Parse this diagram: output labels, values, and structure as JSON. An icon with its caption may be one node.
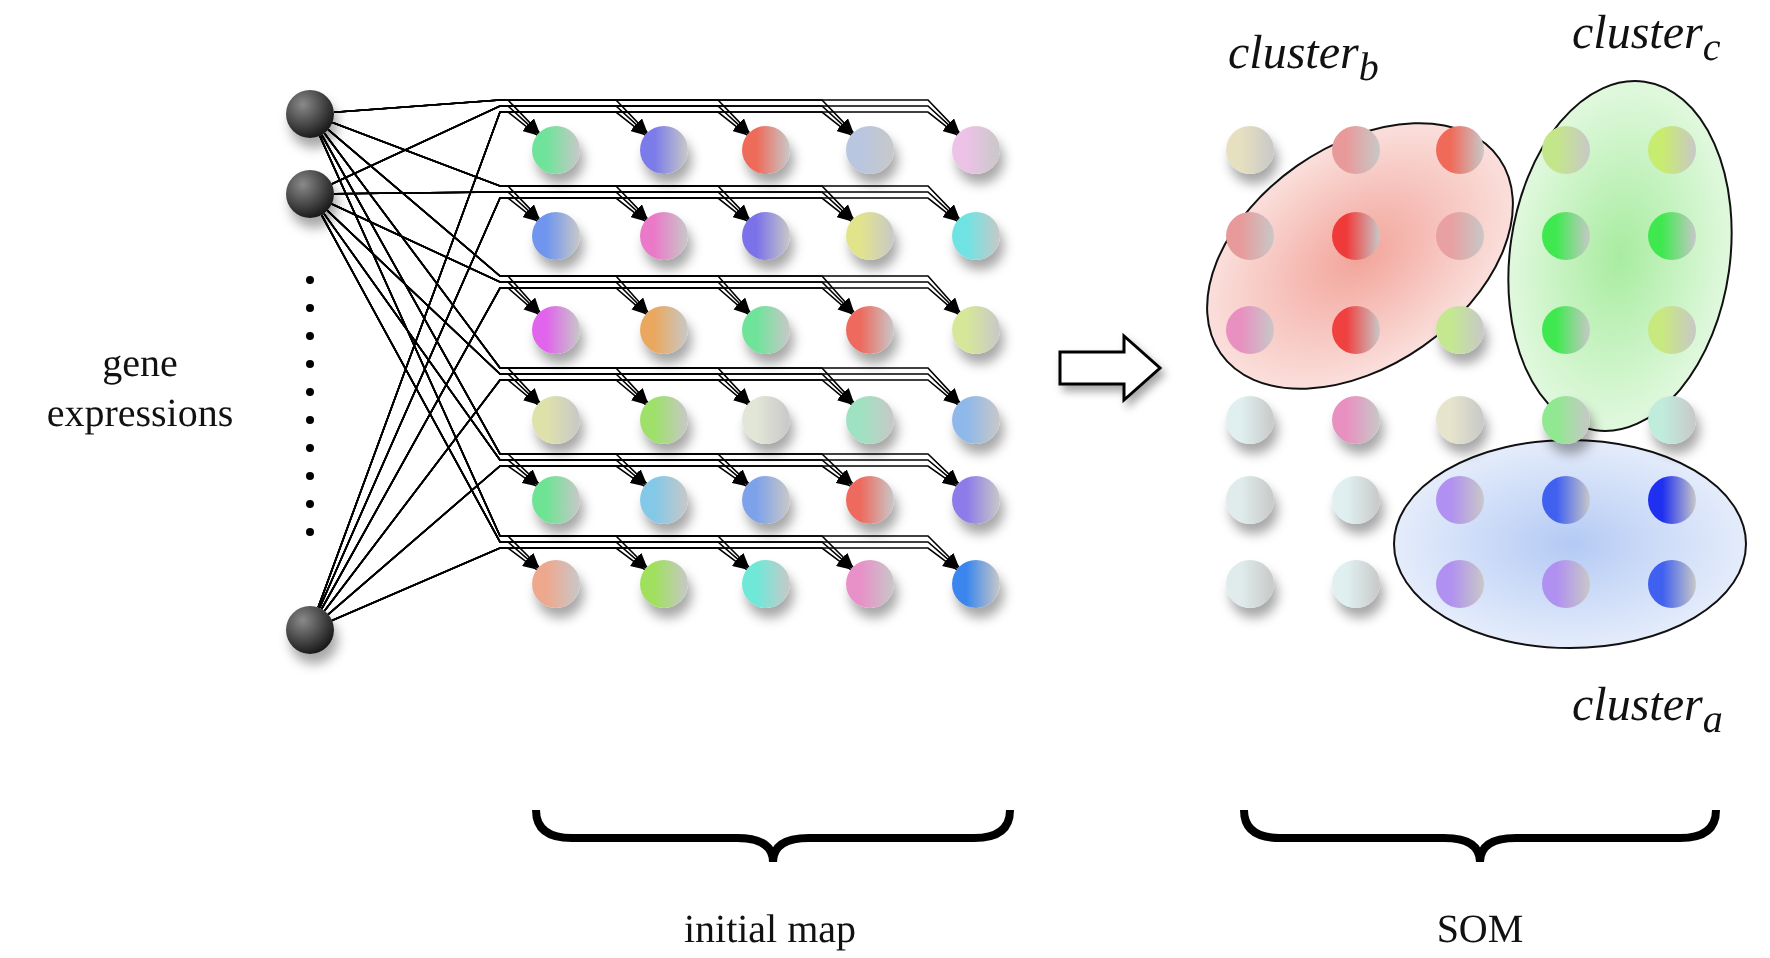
{
  "diagram": {
    "nodes": [
      {
        "text": [],
        "shape": "circle"
      },
      {
        "text": [],
        "shape": "circle"
      },
      {
        "text": [],
        "shape": "circle"
      },
      {
        "text": [],
        "shape": "circle"
      },
      {
        "text": [],
        "shape": "circle"
      },
      {
        "text": [],
        "shape": "circle"
      },
      {
        "text": [],
        "shape": "circle"
      },
      {
        "text": [],
        "shape": "circle"
      },
      {
        "text": [],
        "shape": "circle"
      },
      {
        "text": [],
        "shape": "circle"
      },
      {
        "text": [],
        "shape": "circle"
      },
      {
        "text": [],
        "shape": "circle"
      },
      {
        "text": [],
        "shape": "circle"
      },
      {
        "text": [],
        "shape": "circle"
      },
      {
        "text": [],
        "shape": "circle"
      },
      {
        "text": [],
        "shape": "circle"
      },
      {
        "text": [],
        "shape": "circle"
      },
      {
        "text": [],
        "shape": "circle"
      },
      {
        "text": [],
        "shape": "circle"
      },
      {
        "text": [],
        "shape": "circle"
      },
      {
        "text": [],
        "shape": "circle"
      },
      {
        "text": [],
        "shape": "circle"
      },
      {
        "text": [],
        "shape": "circle"
      },
      {
        "text": [],
        "shape": "circle"
      },
      {
        "text": [],
        "shape": "circle"
      },
      {
        "text": [],
        "shape": "circle"
      },
      {
        "text": [],
        "shape": "circle"
      },
      {
        "text": [],
        "shape": "circle"
      },
      {
        "text": [],
        "shape": "circle"
      },
      {
        "text": [],
        "shape": "circle"
      },
      {
        "text": [],
        "shape": "circle"
      },
      {
        "text": [],
        "shape": "circle"
      },
      {
        "text": [],
        "shape": "circle"
      },
      {
        "text": [
          "cluster$_{b}$"
        ]
      },
      {
        "text": [
          "cluster$_{c}$"
        ]
      },
      {
        "text": [
          "cluster$_{a}$"
        ]
      },
      {
        "text": [],
        "shape": "circle"
      },
      {
        "text": [],
        "shape": "circle",
        "in": 33
      },
      {
        "text": [],
        "shape": "circle",
        "in": 33
      },
      {
        "text": [],
        "shape": "circle",
        "in": 34
      },
      {
        "text": [],
        "shape": "circle",
        "in": 34
      },
      {
        "text": [],
        "shape": "circle",
        "in": 33
      },
      {
        "text": [],
        "shape": "circle",
        "in": 33
      },
      {
        "text": [],
        "shape": "circle",
        "in": 33
      },
      {
        "text": [],
        "shape": "circle",
        "in": 34
      },
      {
        "text": [],
        "shape": "circle",
        "in": 34
      },
      {
        "text": [],
        "shape": "circle",
        "in": 33
      },
      {
        "text": [],
        "shape": "circle",
        "in": 33
      },
      {
        "text": [],
        "shape": "circle"
      },
      {
        "text": [],
        "shape": "circle",
        "in": 34
      },
      {
        "text": [],
        "shape": "circle",
        "in": 34
      },
      {
        "text": [],
        "shape": "circle"
      },
      {
        "text": [],
        "shape": "circle"
      },
      {
        "text": [],
        "shape": "circle"
      },
      {
        "text": [],
        "shape": "circle"
      },
      {
        "text": [],
        "shape": "circle"
      },
      {
        "text": [],
        "shape": "circle"
      },
      {
        "text": [],
        "shape": "circle"
      },
      {
        "text": [],
        "shape": "circle",
        "in": 35
      },
      {
        "text": [],
        "shape": "circle",
        "in": 35
      },
      {
        "text": [],
        "shape": "circle",
        "in": 35
      },
      {
        "text": [],
        "shape": "circle"
      },
      {
        "text": [],
        "shape": "circle"
      },
      {
        "text": [],
        "shape": "circle",
        "in": 35
      },
      {
        "text": [],
        "shape": "circle",
        "in": 35
      },
      {
        "text": [],
        "shape": "circle",
        "in": 35
      }
    ],
    "edges": [
      {
        "from": 0,
        "to": 3,
        "arrow": "to"
      },
      {
        "from": 0,
        "to": 4,
        "arrow": "to"
      },
      {
        "from": 0,
        "to": 5,
        "arrow": "to"
      },
      {
        "from": 0,
        "to": 6,
        "arrow": "to"
      },
      {
        "from": 0,
        "to": 7,
        "arrow": "to"
      },
      {
        "from": 0,
        "to": 8,
        "arrow": "to"
      },
      {
        "from": 0,
        "to": 9,
        "arrow": "to"
      },
      {
        "from": 0,
        "to": 10,
        "arrow": "to"
      },
      {
        "from": 0,
        "to": 11,
        "arrow": "to"
      },
      {
        "from": 0,
        "to": 12,
        "arrow": "to"
      },
      {
        "from": 0,
        "to": 13,
        "arrow": "to"
      },
      {
        "from": 0,
        "to": 14,
        "arrow": "to"
      },
      {
        "from": 0,
        "to": 15,
        "arrow": "to"
      },
      {
        "from": 0,
        "to": 16,
        "arrow": "to"
      },
      {
        "from": 0,
        "to": 17,
        "arrow": "to"
      },
      {
        "from": 0,
        "to": 18,
        "arrow": "to"
      },
      {
        "from": 0,
        "to": 19,
        "arrow": "to"
      },
      {
        "from": 0,
        "to": 20,
        "arrow": "to"
      },
      {
        "from": 0,
        "to": 21,
        "arrow": "to"
      },
      {
        "from": 0,
        "to": 22,
        "arrow": "to"
      },
      {
        "from": 0,
        "to": 23,
        "arrow": "to"
      },
      {
        "from": 0,
        "to": 24,
        "arrow": "to"
      },
      {
        "from": 0,
        "to": 25,
        "arrow": "to"
      },
      {
        "from": 0,
        "to": 26,
        "arrow": "to"
      },
      {
        "from": 0,
        "to": 27,
        "arrow": "to"
      },
      {
        "from": 0,
        "to": 28,
        "arrow": "to"
      },
      {
        "from": 0,
        "to": 29,
        "arrow": "to"
      },
      {
        "from": 0,
        "to": 30,
        "arrow": "to"
      },
      {
        "from": 0,
        "to": 31,
        "arrow": "to"
      },
      {
        "from": 0,
        "to": 32,
        "arrow": "to"
      },
      {
        "from": 1,
        "to": 3,
        "arrow": "to"
      },
      {
        "from": 1,
        "to": 4,
        "arrow": "to"
      },
      {
        "from": 1,
        "to": 5,
        "arrow": "to"
      },
      {
        "from": 1,
        "to": 6,
        "arrow": "to"
      },
      {
        "from": 1,
        "to": 7,
        "arrow": "to"
      },
      {
        "from": 1,
        "to": 8,
        "arrow": "to"
      },
      {
        "from": 1,
        "to": 9,
        "arrow": "to"
      },
      {
        "from": 1,
        "to": 10,
        "arrow": "to"
      },
      {
        "from": 1,
        "to": 11,
        "arrow": "to"
      },
      {
        "from": 1,
        "to": 12,
        "arrow": "to"
      },
      {
        "from": 1,
        "to": 13,
        "arrow": "to"
      },
      {
        "from": 1,
        "to": 14,
        "arrow": "to"
      },
      {
        "from": 1,
        "to": 15,
        "arrow": "to"
      },
      {
        "from": 1,
        "to": 16,
        "arrow": "to"
      },
      {
        "from": 1,
        "to": 17,
        "arrow": "to"
      },
      {
        "from": 1,
        "to": 18,
        "arrow": "to"
      },
      {
        "from": 1,
        "to": 19,
        "arrow": "to"
      },
      {
        "from": 1,
        "to": 20,
        "arrow": "to"
      },
      {
        "from": 1,
        "to": 21,
        "arrow": "to"
      },
      {
        "from": 1,
        "to": 22,
        "arrow": "to"
      },
      {
        "from": 1,
        "to": 23,
        "arrow": "to"
      },
      {
        "from": 1,
        "to": 24,
        "arrow": "to"
      },
      {
        "from": 1,
        "to": 25,
        "arrow": "to"
      },
      {
        "from": 1,
        "to": 26,
        "arrow": "to"
      },
      {
        "from": 1,
        "to": 27,
        "arrow": "to"
      },
      {
        "from": 1,
        "to": 28,
        "arrow": "to"
      },
      {
        "from": 1,
        "to": 29,
        "arrow": "to"
      },
      {
        "from": 1,
        "to": 30,
        "arrow": "to"
      },
      {
        "from": 1,
        "to": 31,
        "arrow": "to"
      },
      {
        "from": 1,
        "to": 32,
        "arrow": "to"
      },
      {
        "from": 2,
        "to": 3,
        "arrow": "to"
      },
      {
        "from": 2,
        "to": 4,
        "arrow": "to"
      },
      {
        "from": 2,
        "to": 5,
        "arrow": "to"
      },
      {
        "from": 2,
        "to": 6,
        "arrow": "to"
      },
      {
        "from": 2,
        "to": 7,
        "arrow": "to"
      },
      {
        "from": 2,
        "to": 8,
        "arrow": "to"
      },
      {
        "from": 2,
        "to": 9,
        "arrow": "to"
      },
      {
        "from": 2,
        "to": 10,
        "arrow": "to"
      },
      {
        "from": 2,
        "to": 11,
        "arrow": "to"
      },
      {
        "from": 2,
        "to": 12,
        "arrow": "to"
      },
      {
        "from": 2,
        "to": 13,
        "arrow": "to"
      },
      {
        "from": 2,
        "to": 14,
        "arrow": "to"
      },
      {
        "from": 2,
        "to": 15,
        "arrow": "to"
      },
      {
        "from": 2,
        "to": 16,
        "arrow": "to"
      },
      {
        "from": 2,
        "to": 17,
        "arrow": "to"
      },
      {
        "from": 2,
        "to": 18,
        "arrow": "to"
      },
      {
        "from": 2,
        "to": 19,
        "arrow": "to"
      },
      {
        "from": 2,
        "to": 20,
        "arrow": "to"
      },
      {
        "from": 2,
        "to": 21,
        "arrow": "to"
      },
      {
        "from": 2,
        "to": 22,
        "arrow": "to"
      },
      {
        "from": 2,
        "to": 23,
        "arrow": "to"
      },
      {
        "from": 2,
        "to": 24,
        "arrow": "to"
      },
      {
        "from": 2,
        "to": 25,
        "arrow": "to"
      },
      {
        "from": 2,
        "to": 26,
        "arrow": "to"
      },
      {
        "from": 2,
        "to": 27,
        "arrow": "to"
      },
      {
        "from": 2,
        "to": 28,
        "arrow": "to"
      },
      {
        "from": 2,
        "to": 29,
        "arrow": "to"
      },
      {
        "from": 2,
        "to": 30,
        "arrow": "to"
      },
      {
        "from": 2,
        "to": 31,
        "arrow": "to"
      },
      {
        "from": 2,
        "to": 32,
        "arrow": "to"
      }
    ],
    "labels": [
      "gene expressions",
      "initial map",
      "SOM"
    ]
  }
}
